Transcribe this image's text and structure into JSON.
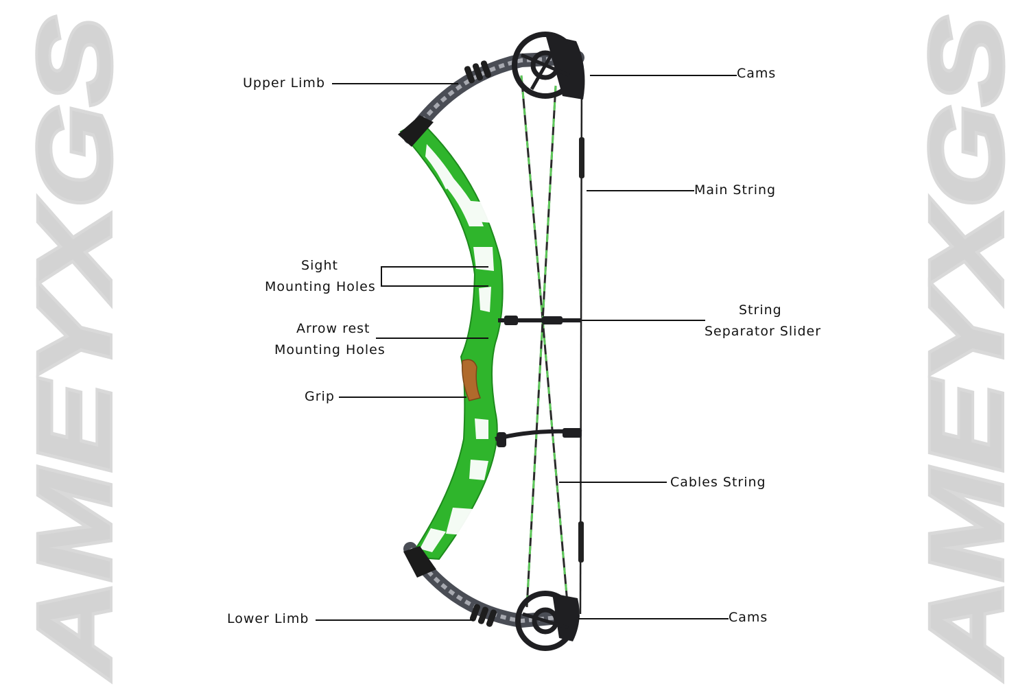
{
  "watermark": {
    "text": "AMEYXGS",
    "fill": "#d3d3d3",
    "outline": "#d9d9d9"
  },
  "colors": {
    "riser": "#2fb52c",
    "riser_dark": "#1d8a1c",
    "limb": "#4a4d55",
    "cam": "#1f1f22",
    "grip": "#b06a2c"
  },
  "labels": {
    "upper_limb": "Upper Limb",
    "cams_top": "Cams",
    "main_string": "Main String",
    "sight_line1": "Sight",
    "sight_line2": "Mounting Holes",
    "arrow_rest_line1": "Arrow rest",
    "arrow_rest_line2": "Mounting Holes",
    "separator_line1": "String",
    "separator_line2": "Separator Slider",
    "grip": "Grip",
    "cables_string": "Cables String",
    "lower_limb": "Lower Limb",
    "cams_bottom": "Cams"
  }
}
